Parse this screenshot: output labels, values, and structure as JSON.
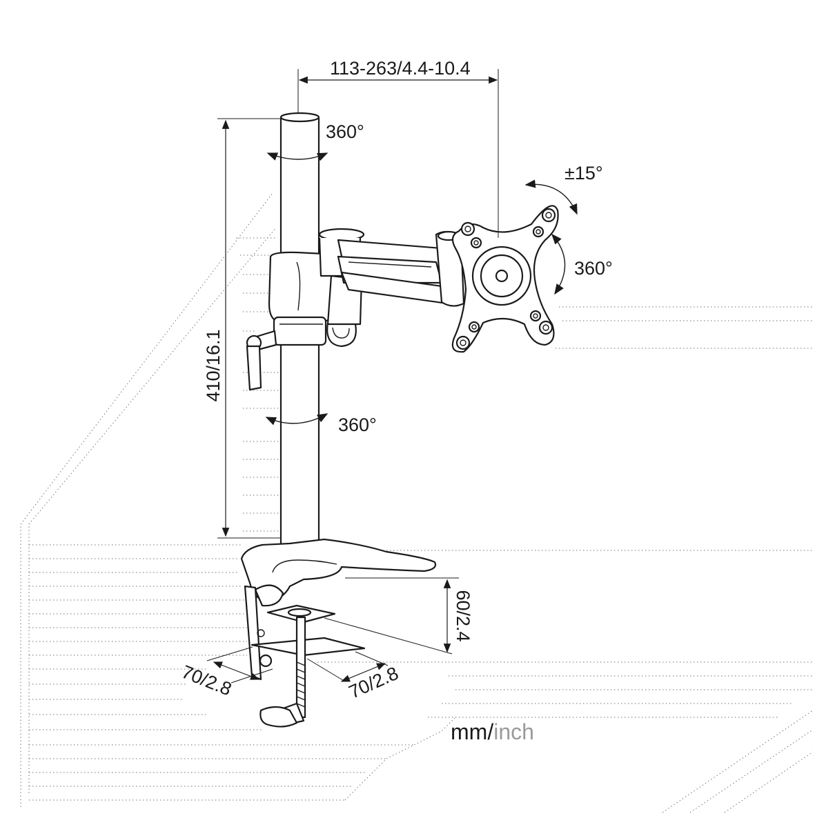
{
  "diagram": {
    "dimensions": {
      "arm_reach": "113-263/4.4-10.4",
      "pole_height": "410/16.1",
      "clamp_thickness": "60/2.4",
      "clamp_depth_left": "70/2.8",
      "clamp_depth_right": "70/2.8"
    },
    "rotations": {
      "pole_top": "360°",
      "pole_mid": "360°",
      "vesa_plate": "360°",
      "tilt": "±15°"
    },
    "units": {
      "primary": "mm/",
      "secondary": "inch"
    }
  }
}
